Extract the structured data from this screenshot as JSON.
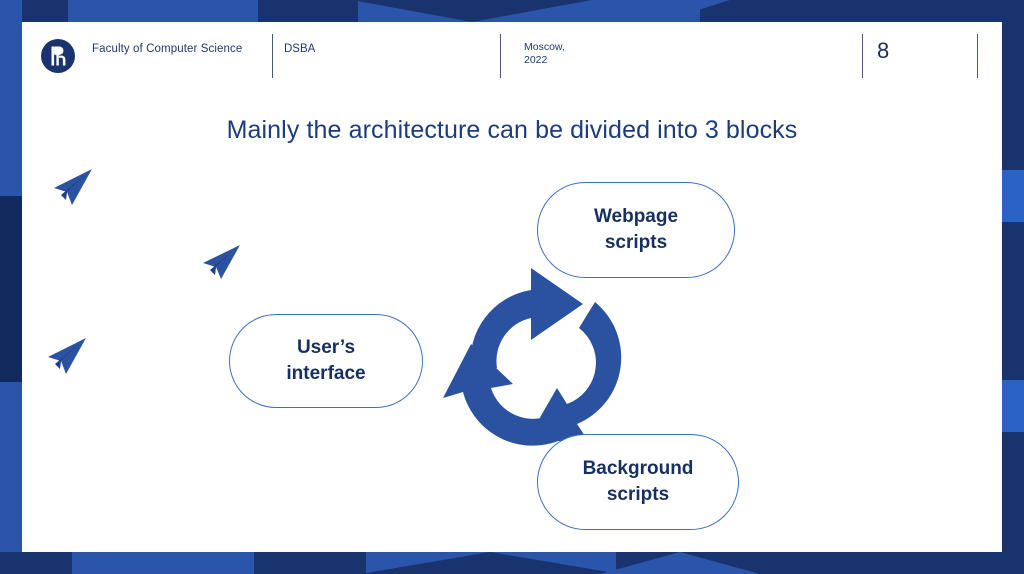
{
  "header": {
    "logo_alt": "hse-logo",
    "faculty": "Faculty of Computer Science",
    "program": "DSBA",
    "place": "Moscow,\n2022",
    "page_number": "8"
  },
  "title": "Mainly the architecture can be divided into 3 blocks",
  "diagram": {
    "nodes": [
      {
        "id": "webpage-scripts",
        "label": "Webpage\nscripts"
      },
      {
        "id": "users-interface",
        "label": "User’s\ninterface"
      },
      {
        "id": "background-scripts",
        "label": "Background\nscripts"
      }
    ],
    "center_graphic": "recycle-cycle-arrows",
    "decorations": [
      "paper-plane-top-left",
      "paper-plane-right",
      "paper-plane-bottom-left"
    ]
  },
  "colors": {
    "navy": "#17305f",
    "title_blue": "#1c3d7a",
    "accent_blue": "#2b52a0",
    "node_border": "#3f6fc0",
    "band_light": "#2a55ab",
    "band_dark": "#19336f",
    "band_darkest": "#132a5e",
    "page_bg": "#ffffff"
  }
}
